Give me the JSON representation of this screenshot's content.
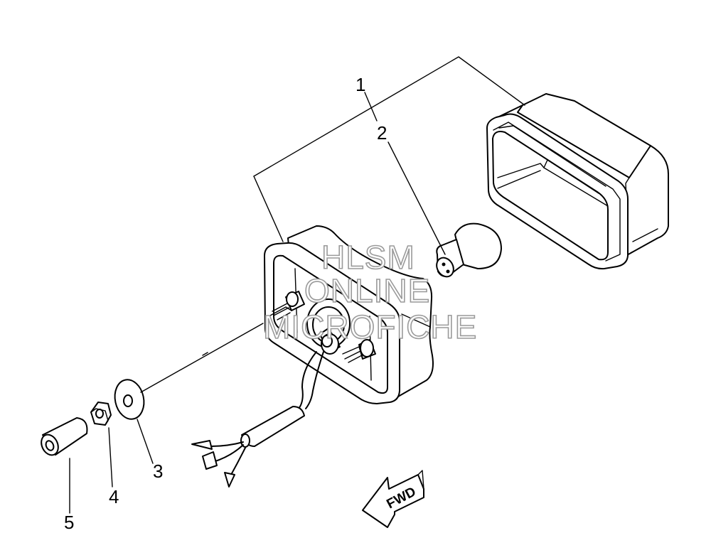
{
  "diagram": {
    "part_labels": [
      "1",
      "2",
      "3",
      "4",
      "5"
    ],
    "fwd_label": "FWD",
    "watermark": [
      "HLSM",
      "ONLINE",
      "MICROFICHE"
    ],
    "line_color": "#000000",
    "watermark_stroke": "#9a9a9a"
  }
}
